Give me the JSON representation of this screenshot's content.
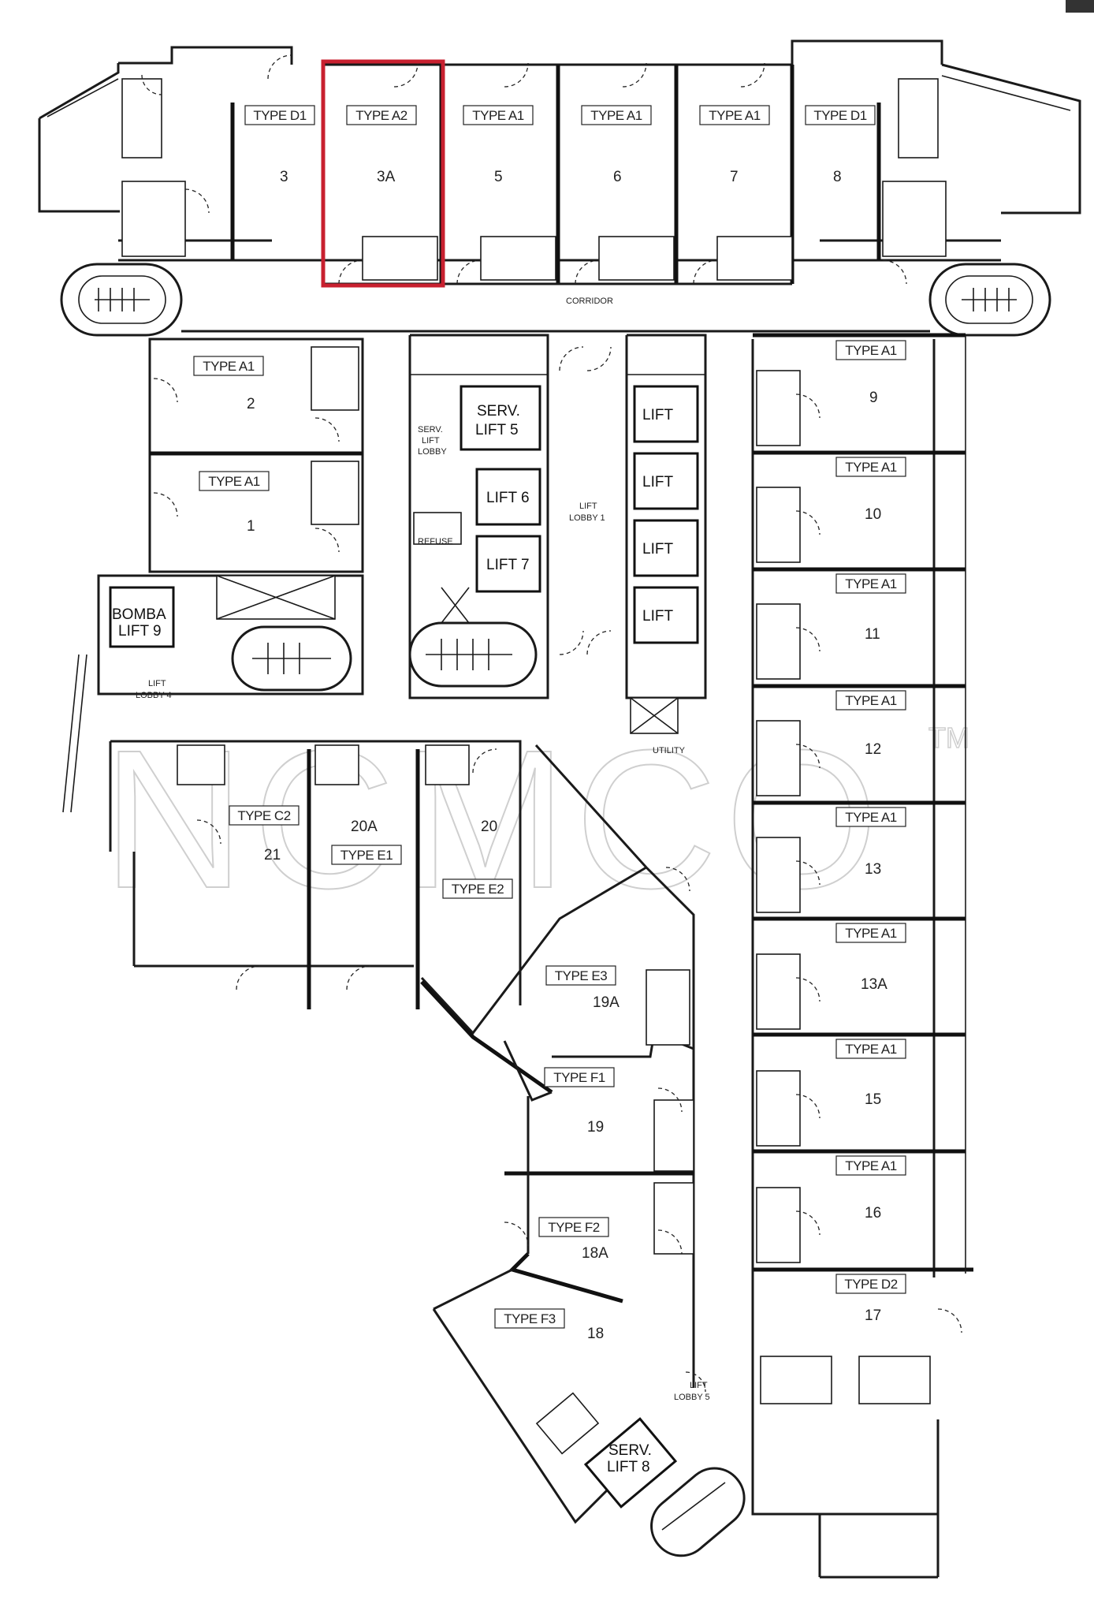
{
  "units": [
    {
      "type": "TYPE D1",
      "number": "3"
    },
    {
      "type": "TYPE A2",
      "number": "3A"
    },
    {
      "type": "TYPE A1",
      "number": "5"
    },
    {
      "type": "TYPE A1",
      "number": "6"
    },
    {
      "type": "TYPE A1",
      "number": "7"
    },
    {
      "type": "TYPE D1",
      "number": "8"
    },
    {
      "type": "TYPE A1",
      "number": "2"
    },
    {
      "type": "TYPE A1",
      "number": "1"
    },
    {
      "type": "TYPE A1",
      "number": "9"
    },
    {
      "type": "TYPE A1",
      "number": "10"
    },
    {
      "type": "TYPE A1",
      "number": "11"
    },
    {
      "type": "TYPE A1",
      "number": "12"
    },
    {
      "type": "TYPE A1",
      "number": "13"
    },
    {
      "type": "TYPE A1",
      "number": "13A"
    },
    {
      "type": "TYPE A1",
      "number": "15"
    },
    {
      "type": "TYPE A1",
      "number": "16"
    },
    {
      "type": "TYPE D2",
      "number": "17"
    },
    {
      "type": "TYPE C2",
      "number": "21"
    },
    {
      "type": "TYPE E1",
      "number": "20A"
    },
    {
      "type": "TYPE E2",
      "number": "20"
    },
    {
      "type": "TYPE E3",
      "number": "19A"
    },
    {
      "type": "TYPE F1",
      "number": "19"
    },
    {
      "type": "TYPE F2",
      "number": "18A"
    },
    {
      "type": "TYPE F3",
      "number": "18"
    }
  ],
  "highlighted_unit": "3A",
  "highlight_color": "#c8202f",
  "lifts": {
    "serv5": [
      "SERV.",
      "LIFT 5"
    ],
    "lift6": "LIFT 6",
    "lift7": "LIFT 7",
    "bomba": [
      "BOMBA",
      "LIFT 9"
    ],
    "serv8": [
      "SERV.",
      "LIFT 8"
    ],
    "lift_a": "LIFT",
    "lift_b": "LIFT",
    "lift_c": "LIFT",
    "lift_d": "LIFT"
  },
  "labels": {
    "corridor": "CORRIDOR",
    "serv_lift_lobby": [
      "SERV.",
      "LIFT",
      "LOBBY"
    ],
    "lift_lobby_1": [
      "LIFT",
      "LOBBY 1"
    ],
    "lift_lobby_4": [
      "LIFT",
      "LOBBY 4"
    ],
    "lift_lobby_5": [
      "LIFT",
      "LOBBY 5"
    ],
    "refuse": "REFUSE",
    "utility": "UTILITY"
  },
  "watermark": {
    "text": "NCMCO",
    "mark": "TM"
  }
}
